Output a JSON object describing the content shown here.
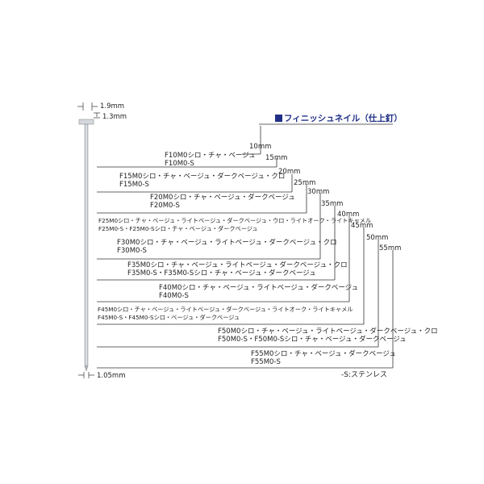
{
  "title": "フィニッシュネイル（仕上釘）",
  "dimensions": {
    "head_width": "1.9mm",
    "head_height": "1.3mm",
    "shank_width": "1.05mm"
  },
  "note": "-S:ステンレス",
  "sizes": [
    {
      "length": "10mm",
      "lines": [
        "F10M0シロ・チャ・ベージュ",
        "F10M0-S"
      ]
    },
    {
      "length": "15mm",
      "lines": [
        "F15M0シロ・チャ・ベージュ・ダークベージュ・クロ",
        "F15M0-S"
      ]
    },
    {
      "length": "20mm",
      "lines": [
        "F20M0シロ・チャ・ベージュ・ダークベージュ",
        "F20M0-S"
      ]
    },
    {
      "length": "25mm",
      "lines": [
        "F25M0シロ・チャ・ベージュ・ライトベージュ・ダークベージュ・ウロ・ライトオーク・ライトキャメル",
        "F25M0-S・F25M0-Sシロ・チャ・ベージュ・ダークベージュ"
      ]
    },
    {
      "length": "30mm",
      "lines": [
        "F30M0シロ・チャ・ベージュ・ライトベージュ・ダークベージュ・クロ",
        "F30M0-S"
      ]
    },
    {
      "length": "35mm",
      "lines": [
        "F35M0シロ・チャ・ベージュ・ライトベージュ・ダークベージュ・クロ",
        "F35M0-S・F35M0-Sシロ・チャ・ベージュ・ダークベージュ"
      ]
    },
    {
      "length": "40mm",
      "lines": [
        "F40M0シロ・チャ・ベージュ・ライトベージュ・ダークベージュ",
        "F40M0-S"
      ]
    },
    {
      "length": "45mm",
      "lines": [
        "F45M0シロ・チャ・ベージュ・ライトベージュ・ダークベージュ・ライトオーク・ライトキャメル",
        "F45M0-S・F45M0-Sシロ・ベージュ・ダークベージュ"
      ]
    },
    {
      "length": "50mm",
      "lines": [
        "F50M0シロ・チャ・ベージュ・ライトベージュ・ダークベージュ・クロ",
        "F50M0-S・F50M0-Sシロ・チャ・ベージュ・ダークベージュ"
      ]
    },
    {
      "length": "55mm",
      "lines": [
        "F55M0シロ・チャ・ベージュ・ダークベージュ",
        "F55M0-S"
      ]
    }
  ]
}
